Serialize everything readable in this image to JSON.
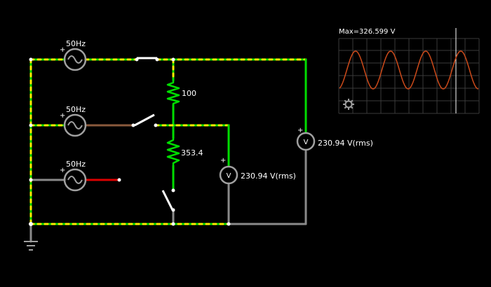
{
  "colors": {
    "background": "#000000",
    "wire_idle": "#8a8a8a",
    "wire_active": "#00dd00",
    "current_dot": "#ffee00",
    "wire_high": "#dd0000",
    "wire_brown": "#8a5a3c",
    "component": "#a0a0a0",
    "switch": "#ffffff",
    "text": "#ffffff",
    "scope_grid": "#3a3a3a",
    "scope_trace": "#cc4a1a"
  },
  "sources": [
    {
      "label": "50Hz"
    },
    {
      "label": "50Hz"
    },
    {
      "label": "50Hz"
    }
  ],
  "resistors": [
    {
      "label": "100"
    },
    {
      "label": "353.4"
    }
  ],
  "voltmeters": [
    {
      "symbol": "V",
      "polarity": "+",
      "reading": "230.94 V(rms)"
    },
    {
      "symbol": "V",
      "polarity": "+",
      "reading": "230.94 V(rms)"
    }
  ],
  "scope": {
    "max_label": "Max=326.599 V",
    "settings_icon": "gear-icon"
  }
}
